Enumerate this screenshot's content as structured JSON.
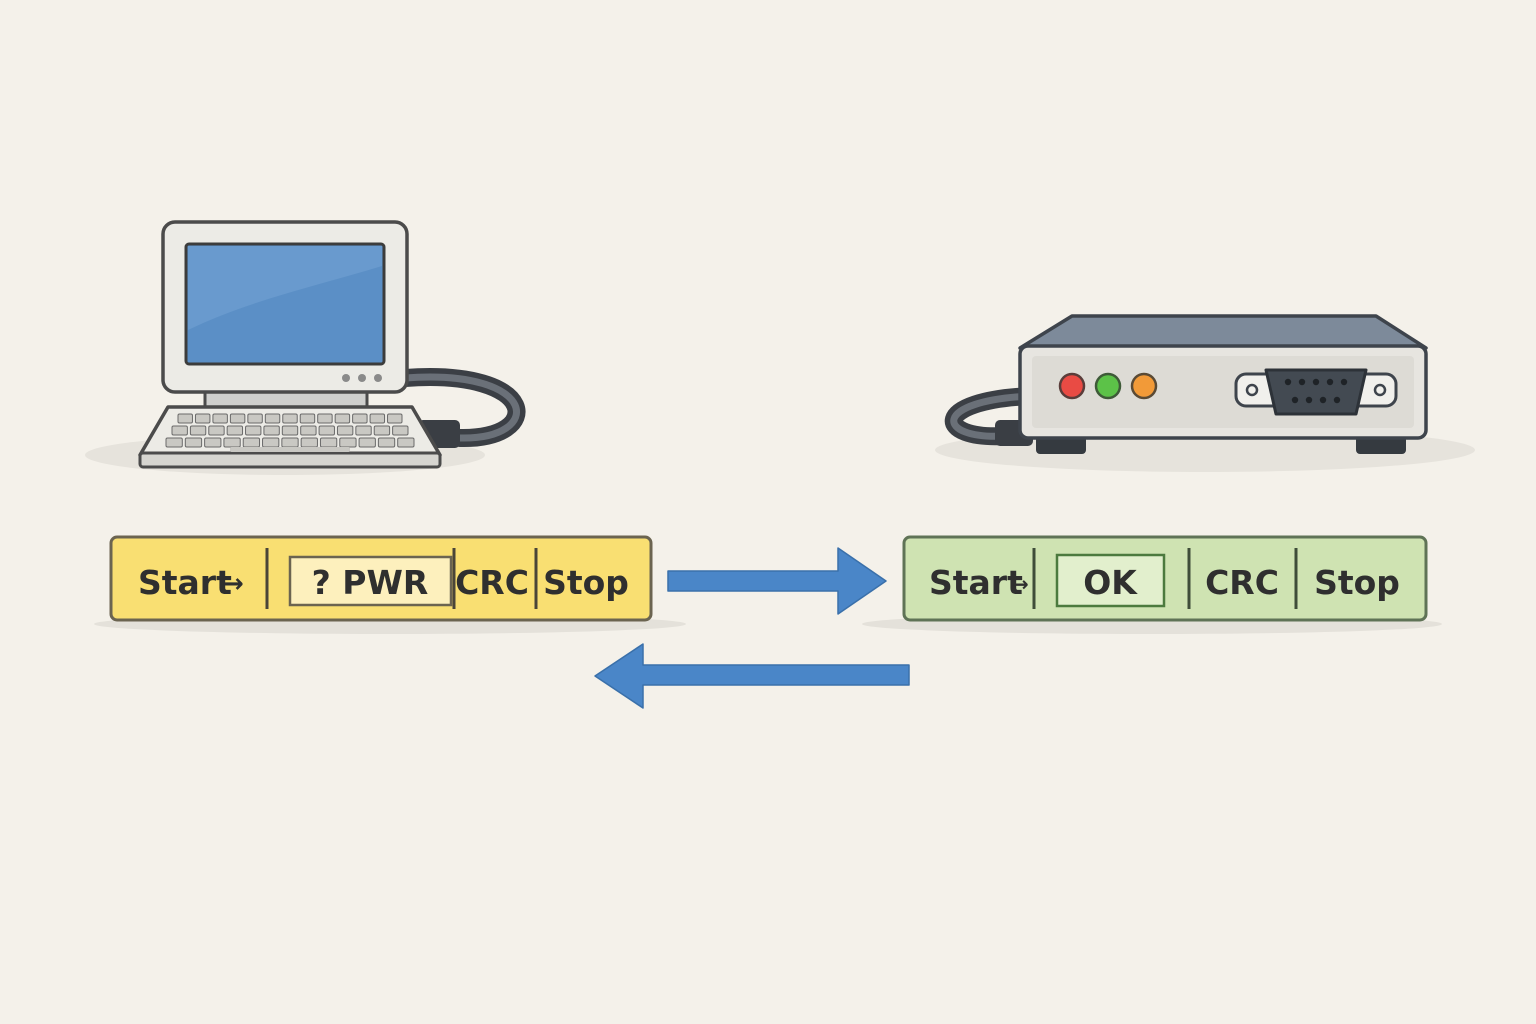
{
  "host_frame": {
    "fields": [
      {
        "label": "Start",
        "arrow": "→"
      },
      {
        "label": "? PWR"
      },
      {
        "label": "CRC"
      },
      {
        "label": "Stop"
      }
    ],
    "color": "#f9df72",
    "border": "#6b6450"
  },
  "device_frame": {
    "fields": [
      {
        "label": "Start",
        "arrow": "→"
      },
      {
        "label": "OK"
      },
      {
        "label": "CRC"
      },
      {
        "label": "Stop"
      }
    ],
    "color": "#cfe3b2",
    "border": "#5f7356"
  },
  "arrows": {
    "request": {
      "direction": "right",
      "color": "#4a86c8"
    },
    "response": {
      "direction": "left",
      "color": "#4a86c8"
    }
  },
  "device_leds": [
    "#e94b44",
    "#5cc248",
    "#f29a38"
  ],
  "icons": {
    "host": "desktop-computer-icon",
    "device": "serial-device-icon",
    "port": "db9-serial-port-icon"
  }
}
